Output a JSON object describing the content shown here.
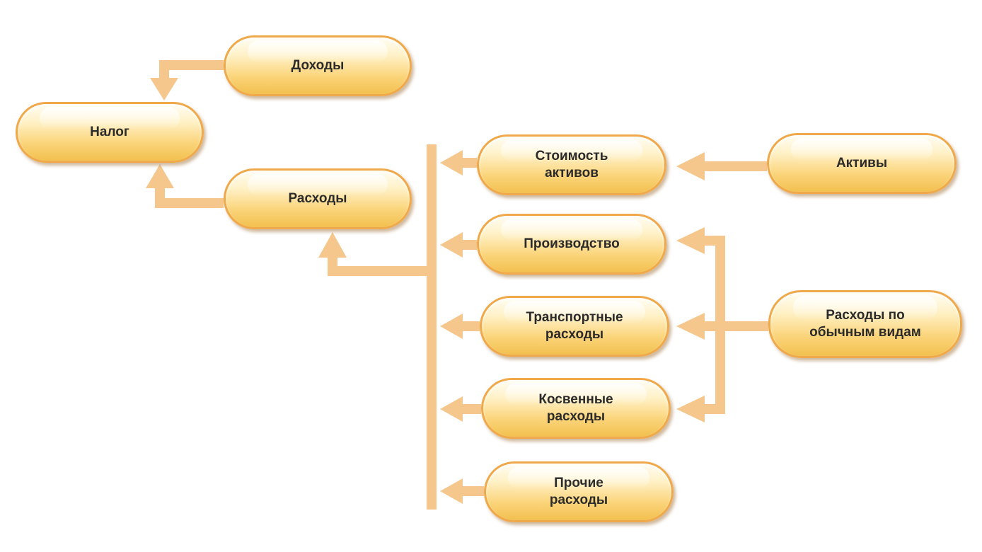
{
  "diagram": {
    "colors": {
      "connector": "#f6c78c",
      "node_border": "#f0a94a",
      "node_fill": "#fbd57c",
      "text": "#2b2b2b"
    },
    "nodes": {
      "nalog": "Налог",
      "dokhody": "Доходы",
      "raskhody": "Расходы",
      "stoimost": "Стоимость\nактивов",
      "aktivy": "Активы",
      "proizvodstvo": "Производство",
      "obychnye": "Расходы по\nобычным видам",
      "transport": "Транспортные\nрасходы",
      "kosvennye": "Косвенные\nрасходы",
      "prochie": "Прочие\nрасходы"
    },
    "edges": [
      {
        "from": "dokhody",
        "to": "nalog"
      },
      {
        "from": "raskhody",
        "to": "nalog"
      },
      {
        "from": "stoimost",
        "to": "raskhody"
      },
      {
        "from": "proizvodstvo",
        "to": "raskhody"
      },
      {
        "from": "transport",
        "to": "raskhody"
      },
      {
        "from": "kosvennye",
        "to": "raskhody"
      },
      {
        "from": "prochie",
        "to": "raskhody"
      },
      {
        "from": "aktivy",
        "to": "stoimost"
      },
      {
        "from": "obychnye",
        "to": "proizvodstvo"
      },
      {
        "from": "obychnye",
        "to": "transport"
      },
      {
        "from": "obychnye",
        "to": "kosvennye"
      }
    ]
  }
}
